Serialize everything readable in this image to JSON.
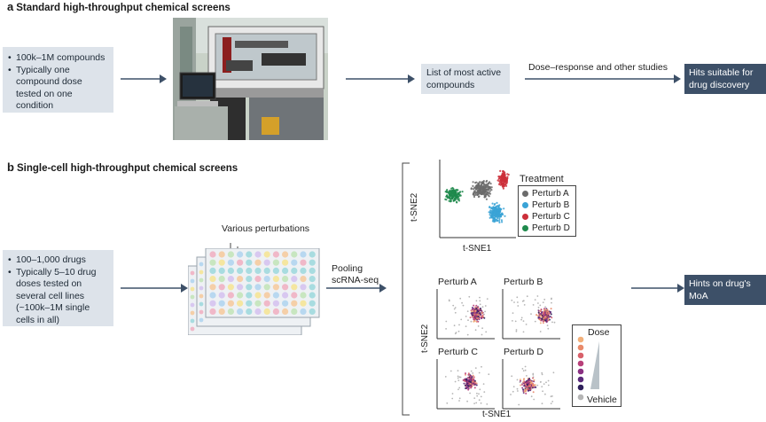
{
  "panel_a": {
    "letter": "a",
    "title": "Standard high-throughput chemical screens",
    "input_items": [
      "100k–1M compounds",
      "Typically one compound dose tested on one condition"
    ],
    "result_box": "List of most active compounds",
    "arrow_label": "Dose–response and other studies",
    "final_box": "Hits suitable for drug discovery"
  },
  "panel_b": {
    "letter": "b",
    "title": "Single-cell high-throughput chemical screens",
    "input_items": [
      "100–1,000 drugs",
      "Typically 5–10 drug doses tested on several cell lines (~100k–1M single cells in all)"
    ],
    "plate_label": "Various perturbations",
    "pooling_label": "Pooling\nscRNA-seq",
    "tsne_x": "t-SNE1",
    "tsne_y": "t-SNE2",
    "treatment_title": "Treatment",
    "treatments": [
      {
        "name": "Perturb A",
        "color": "#6b6b6b"
      },
      {
        "name": "Perturb B",
        "color": "#3aa3d6"
      },
      {
        "name": "Perturb C",
        "color": "#cc2f3a"
      },
      {
        "name": "Perturb D",
        "color": "#1f8a4c"
      }
    ],
    "small_plots": [
      "Perturb A",
      "Perturb B",
      "Perturb C",
      "Perturb D"
    ],
    "dose_title": "Dose",
    "vehicle_label": "Vehicle",
    "dose_colors": [
      "#f2b07a",
      "#e98a6a",
      "#d8606a",
      "#b8407a",
      "#8a2f82",
      "#5a2a7a",
      "#2e1f5a"
    ],
    "vehicle_color": "#b5b5b5",
    "final_box": "Hints on drug's MoA"
  }
}
